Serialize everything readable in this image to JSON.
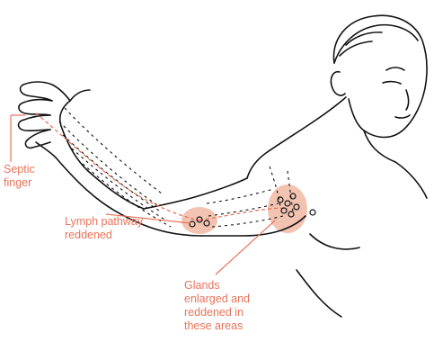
{
  "colors": {
    "accent": "#e9735a",
    "highlight": "#f3c3b1",
    "ink": "#111111"
  },
  "illustration": {
    "subject": "person-arm-outstretched"
  },
  "labels": {
    "septic_finger": {
      "line1": "Septic",
      "line2": "finger"
    },
    "lymph_pathway": {
      "line1": "Lymph pathway",
      "line2": "reddened"
    },
    "glands": {
      "line1": "Glands",
      "line2": "enlarged and",
      "line3": "reddened in",
      "line4": "these areas"
    }
  }
}
